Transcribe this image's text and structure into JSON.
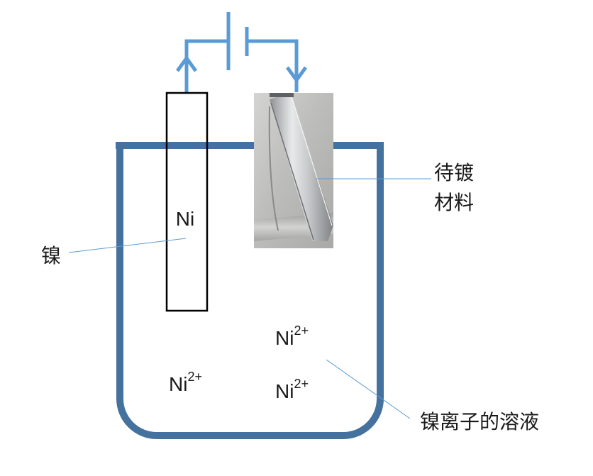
{
  "diagram": {
    "electrode_symbol": "Ni",
    "nickel_label": "镍",
    "plating_material_label": {
      "line1": "待镀",
      "line2": "材料"
    },
    "solution_label": "镍离子的溶液",
    "ions": [
      {
        "base": "Ni",
        "charge": "2+"
      },
      {
        "base": "Ni",
        "charge": "2+"
      },
      {
        "base": "Ni",
        "charge": "2+"
      }
    ]
  },
  "colors": {
    "wire": "#5b9bd5",
    "beaker": "#45719f",
    "electrode_outline": "#000000"
  },
  "icons": {
    "battery": "battery-icon",
    "current_arrow_up": "arrow-up-icon",
    "current_arrow_down": "arrow-down-icon"
  }
}
